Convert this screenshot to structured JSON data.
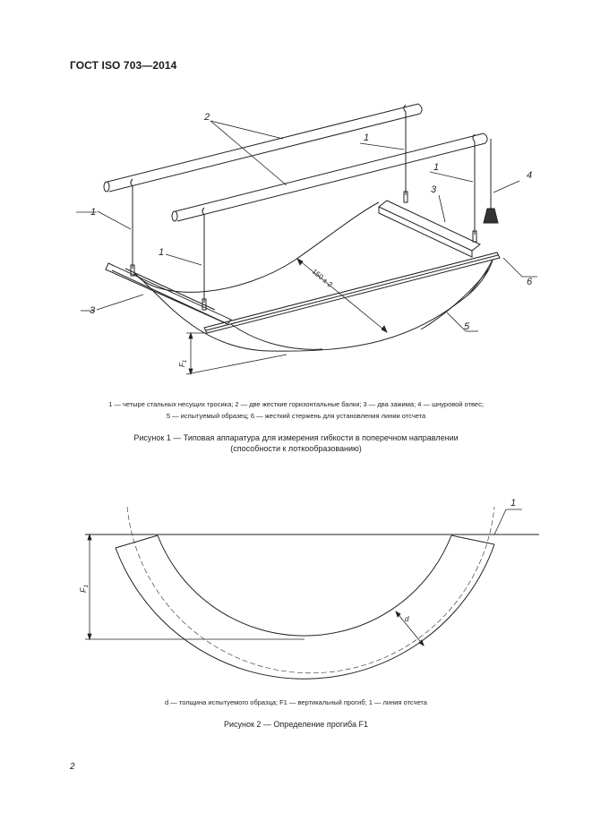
{
  "header": {
    "standard": "ГОСТ ISO 703—2014"
  },
  "figure1": {
    "callouts": [
      "1",
      "1",
      "1",
      "1",
      "2",
      "3",
      "3",
      "4",
      "5",
      "6"
    ],
    "dimension_label": "150 ± 2",
    "deflection_label": "F",
    "deflection_sub": "1",
    "legend_line1": "1 — четыре стальных несущих тросика; 2 — две жесткие горизонтальные балки; 3 — два зажима; 4 — шнуровой отвес;",
    "legend_line2": "5 — испытуемый образец; 6 — жесткий стержень для установления линии отсчета",
    "caption_line1": "Рисунок 1 — Типовая аппаратура для измерения гибкости в поперечном направлении",
    "caption_line2": "(способности к лоткообразованию)"
  },
  "figure2": {
    "callout": "1",
    "deflection_label": "F",
    "deflection_sub": "1",
    "thickness_label": "d",
    "legend": "d — толщина испытуемого образца; F1 — вертикальный прогиб; 1 — линия отсчета",
    "caption": "Рисунок 2 — Определение прогиба F1"
  },
  "page": {
    "number": "2"
  }
}
